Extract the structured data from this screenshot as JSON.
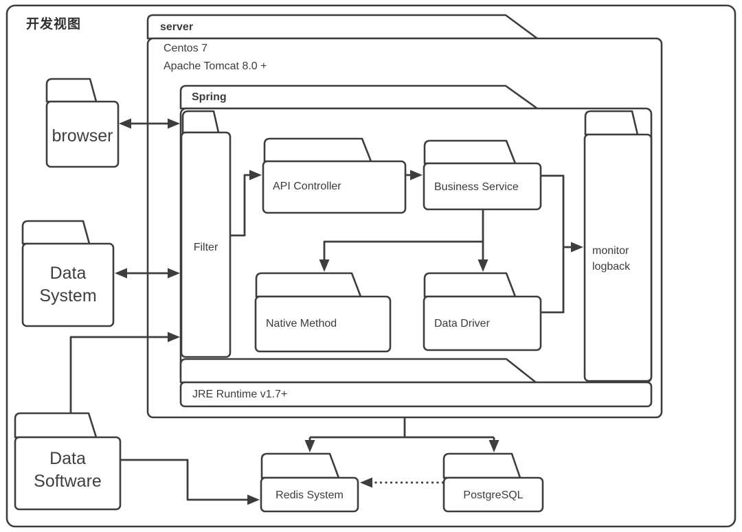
{
  "diagram": {
    "view_label": "开发视图",
    "server": {
      "label": "server",
      "os": "Centos 7",
      "container": "Apache Tomcat 8.0 +"
    },
    "spring": {
      "label": "Spring"
    },
    "filter": {
      "label": "Filter"
    },
    "api_controller": {
      "label": "API Controller"
    },
    "business_service": {
      "label": "Business Service"
    },
    "native_method": {
      "label": "Native Method"
    },
    "data_driver": {
      "label": "Data Driver"
    },
    "monitor": {
      "line1": "monitor",
      "line2": "logback"
    },
    "jre": {
      "label": "JRE Runtime v1.7+"
    },
    "browser": {
      "label": "browser"
    },
    "data_system": {
      "line1": "Data",
      "line2": "System"
    },
    "data_software": {
      "line1": "Data",
      "line2": "Software"
    },
    "redis": {
      "label": "Redis System"
    },
    "postgresql": {
      "label": "PostgreSQL"
    },
    "edges": [
      {
        "from": "browser",
        "to": "Filter",
        "style": "solid",
        "direction": "both"
      },
      {
        "from": "Data System",
        "to": "Filter",
        "style": "solid",
        "direction": "both"
      },
      {
        "from": "Data Software",
        "to": "Filter",
        "style": "solid",
        "direction": "one-way"
      },
      {
        "from": "Filter",
        "to": "API Controller",
        "style": "solid",
        "direction": "one-way"
      },
      {
        "from": "API Controller",
        "to": "Business Service",
        "style": "solid",
        "direction": "one-way"
      },
      {
        "from": "Business Service",
        "to": "Native Method",
        "style": "solid",
        "direction": "one-way"
      },
      {
        "from": "Business Service",
        "to": "Data Driver",
        "style": "solid",
        "direction": "one-way"
      },
      {
        "from": "Business Service / Data Driver",
        "to": "monitor logback",
        "style": "solid",
        "direction": "one-way"
      },
      {
        "from": "server",
        "to": "Redis System",
        "style": "solid",
        "direction": "one-way"
      },
      {
        "from": "server",
        "to": "PostgreSQL",
        "style": "solid",
        "direction": "one-way"
      },
      {
        "from": "PostgreSQL",
        "to": "Redis System",
        "style": "dotted",
        "direction": "one-way"
      },
      {
        "from": "Data Software",
        "to": "Redis System",
        "style": "solid",
        "direction": "one-way"
      }
    ],
    "colors": {
      "line": "#3d3d3d",
      "text": "#3b3b3b",
      "background": "#ffffff"
    }
  }
}
